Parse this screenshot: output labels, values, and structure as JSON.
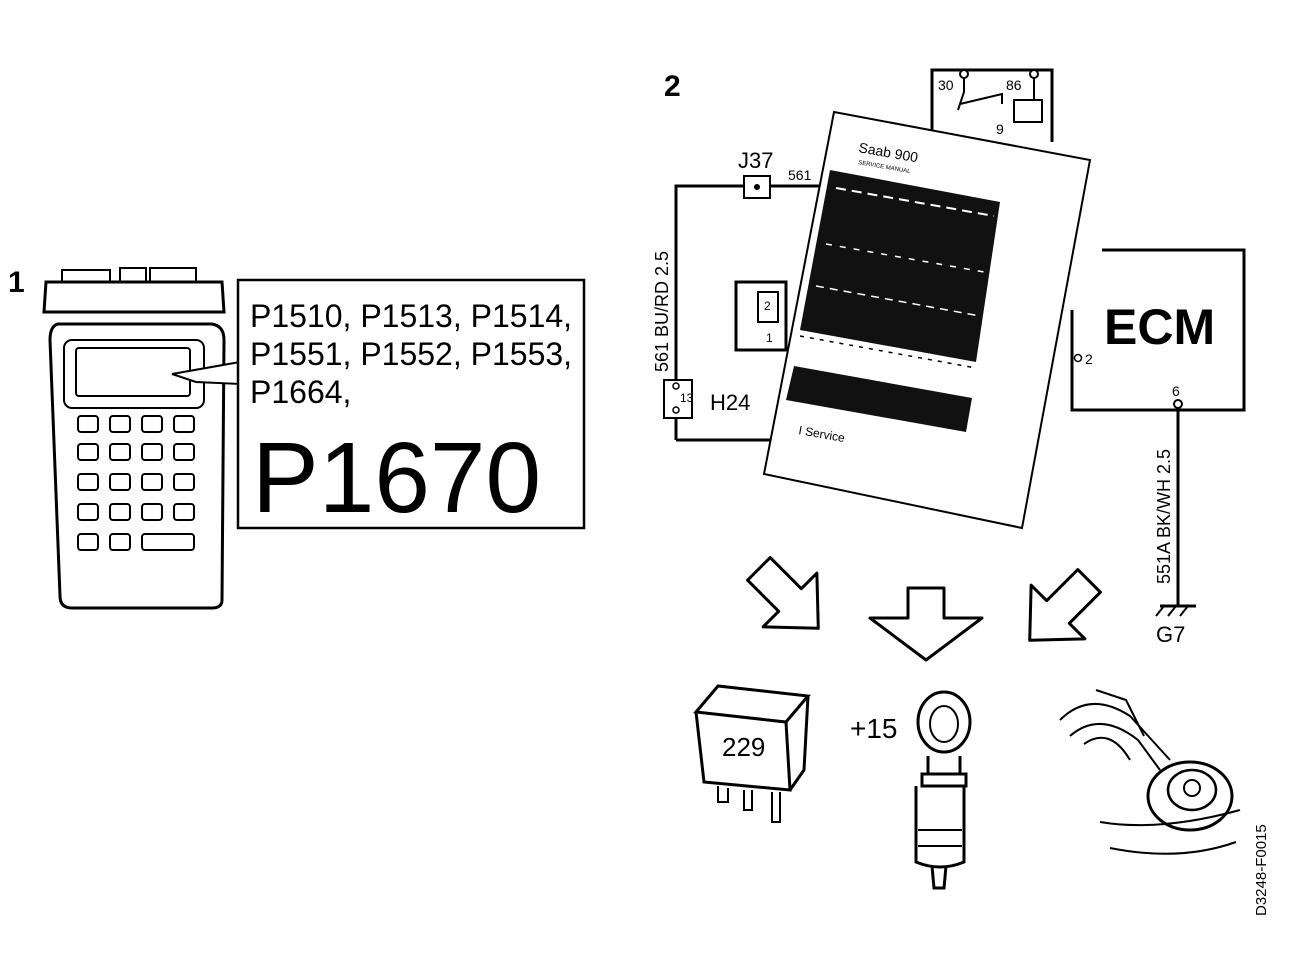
{
  "labels": {
    "section_1": "1",
    "section_2": "2",
    "fault_codes_line_1": "P1510, P1513, P1514,",
    "fault_codes_line_2": "P1551, P1552, P1553,",
    "fault_codes_line_3": "P1664,",
    "fault_code_main": "P1670",
    "connector_j37": "J37",
    "wire_561": "561",
    "wire_561_color": "561 BU/RD 2.5",
    "connector_h24": "H24",
    "h24_pin": "13",
    "relay_pin_30": "30",
    "relay_pin_86": "86",
    "relay_pin_9": "9",
    "inset_pin_2": "2",
    "inset_pin_1": "1",
    "manual_title": "Saab 900",
    "manual_subtitle": "SERVICE MANUAL",
    "manual_footer": "I  Service",
    "ecm_label": "ECM",
    "ecm_pin_2": "2",
    "ecm_pin_6": "6",
    "wire_551a": "551A BK/WH 2.5",
    "ground_g7": "G7",
    "relay_229": "229",
    "ignition_15": "+15",
    "figure_id": "D3248-F0015"
  }
}
